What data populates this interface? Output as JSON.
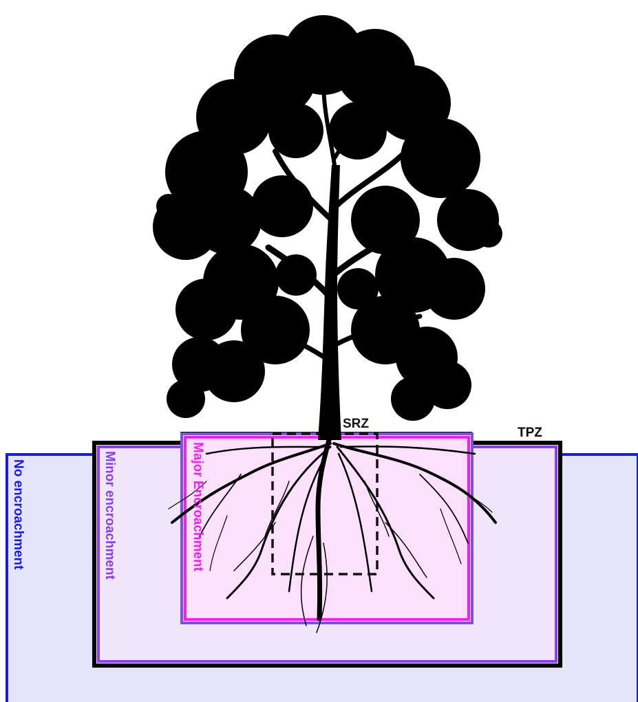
{
  "zones": {
    "no_encroachment": {
      "label": "No encroachment",
      "color": "#1a1ae6",
      "fill": "#e4e4fb"
    },
    "minor_encroachment": {
      "label": "Minor encroachment",
      "color": "#8a3fe8",
      "fill": "#efe6fb"
    },
    "major_encroachment": {
      "label": "Major Encroachment",
      "color": "#ee22ee",
      "fill": "#fde0fc"
    },
    "srz": {
      "label": "SRZ",
      "color": "#111111"
    },
    "tpz": {
      "label": "TPZ",
      "color": "#000000"
    }
  },
  "illustration": {
    "subject": "tree-silhouette",
    "color": "#000000"
  }
}
